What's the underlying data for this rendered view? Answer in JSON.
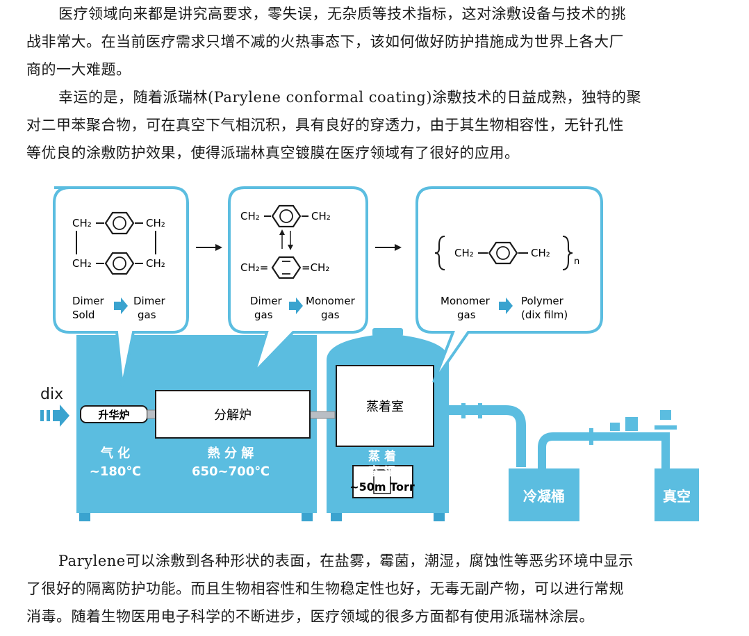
{
  "paragraphs": {
    "intro": [
      "医疗领域向来都是讲究高要求，零失误，无杂质等技术指标，这对涂敷设备与技术的挑",
      "战非常大。在当前医疗需求只增不减的火热事态下，该如何做好防护措施成为世界上各大厂",
      "商的一大难题。"
    ],
    "parylene_intro": [
      "幸运的是，随着派瑞林(Parylene conformal coating)涂敷技术的日益成熟，独特的聚",
      "对二甲苯聚合物，可在真空下气相沉积，具有良好的穿透力，由于其生物相容性，无针孔性",
      "等优良的涂敷防护效果，使得派瑞林真空镀膜在医疗领域有了很好的应用。"
    ],
    "conclusion": [
      "Parylene可以涂敷到各种形状的表面，在盐雾，霉菌，潮湿，腐蚀性等恶劣环境中显示",
      "了很好的隔离防护功能。而且生物相容性和生物稳定性也好，无毒无副产物，可以进行常规",
      "消毒。随着生物医用电子科学的不断进步，医疗领域的很多方面都有使用派瑞林涂层。"
    ]
  },
  "diagram": {
    "colors": {
      "machine": "#5bbde0",
      "machine_dark": "#3aa3cf",
      "text": "#1a1a1a",
      "arrow": "#3aa3cf"
    },
    "input_label": "dix",
    "stage1": {
      "chem": {
        "ch2": "CH₂"
      },
      "from": [
        "Dimer",
        "Sold"
      ],
      "to": [
        "Dimer",
        "gas"
      ]
    },
    "stage2": {
      "chem": {
        "ch2": "CH₂",
        "eq_ch2": "CH₂=",
        "ch2_eq": "=CH₂"
      },
      "from": [
        "Dimer",
        "gas"
      ],
      "to": [
        "Monomer",
        "gas"
      ]
    },
    "stage3": {
      "chem": {
        "ch2": "CH₂",
        "n": "n"
      },
      "from": [
        "Monomer",
        "gas"
      ],
      "to": [
        "Polymer",
        "(dix film)"
      ]
    },
    "labels": {
      "sublimation_furnace": "升华炉",
      "pyrolysis_furnace": "分解炉",
      "deposition_chamber": "蒸着室",
      "vaporize": "气 化",
      "vaporize_temp": "~180℃",
      "pyrolysis": "熱 分 解",
      "pyrolysis_temp": "650~700℃",
      "chamber_temp_line1": "蒸 着",
      "chamber_temp_line2": "室 温",
      "pressure": "~50m Torr",
      "cold_trap": "冷凝桶",
      "vacuum": "真空"
    }
  }
}
